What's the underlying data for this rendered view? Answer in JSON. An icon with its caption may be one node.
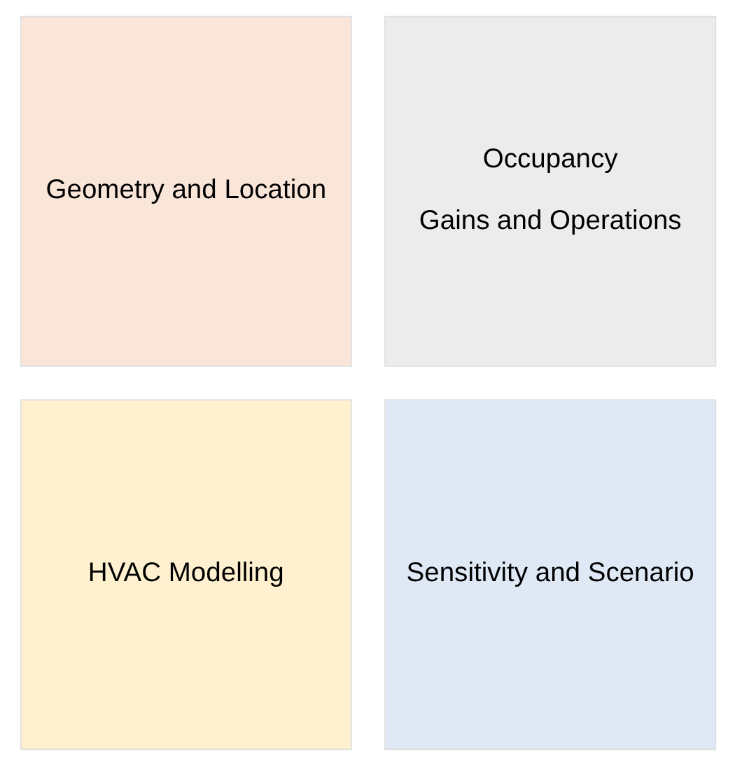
{
  "diagram": {
    "nodes": [
      {
        "text": [
          "Geometry and Location"
        ]
      },
      {
        "text": [
          "Occupancy",
          "Gains and Operations"
        ]
      },
      {
        "text": [
          "HVAC Modelling"
        ]
      },
      {
        "text": [
          "Sensitivity and Scenario"
        ]
      }
    ]
  }
}
